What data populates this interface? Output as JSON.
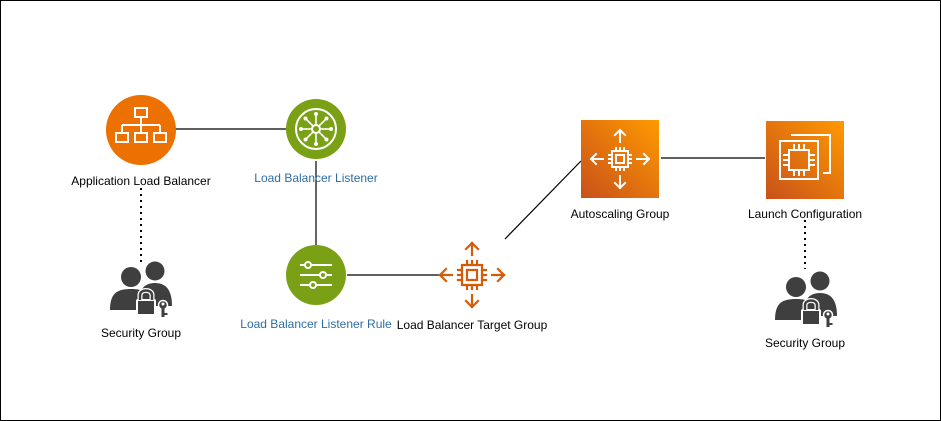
{
  "diagram": {
    "colors": {
      "orange": "#ED7100",
      "orange_dark": "#D45B07",
      "green": "#7AA116",
      "label_dark": "#000000",
      "label_blue": "#2E6DA4",
      "person_gray": "#3F3F3F"
    },
    "nodes": {
      "alb": {
        "label": "Application Load Balancer",
        "icon": "load-balancer-icon"
      },
      "listener": {
        "label": "Load Balancer Listener",
        "icon": "listener-icon"
      },
      "listener_rule": {
        "label": "Load Balancer Listener Rule",
        "icon": "listener-rule-icon"
      },
      "target_group": {
        "label": "Load Balancer Target Group",
        "icon": "target-group-icon"
      },
      "asg": {
        "label": "Autoscaling Group",
        "icon": "autoscaling-icon"
      },
      "launch_config": {
        "label": "Launch Configuration",
        "icon": "launch-configuration-icon"
      },
      "sg_left": {
        "label": "Security Group",
        "icon": "security-group-icon"
      },
      "sg_right": {
        "label": "Security Group",
        "icon": "security-group-icon"
      }
    }
  }
}
